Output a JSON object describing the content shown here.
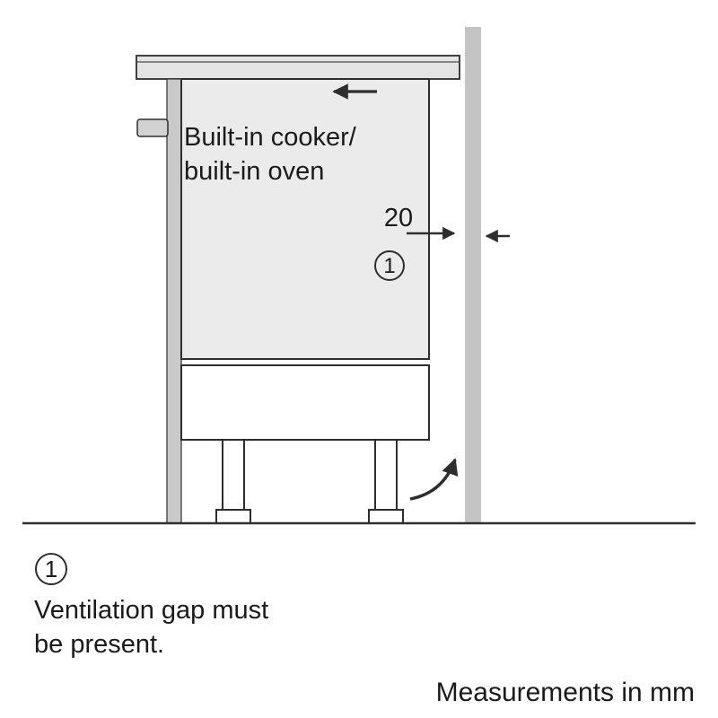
{
  "diagram": {
    "appliance_label": {
      "line1": "Built-in cooker/",
      "line2": "built-in oven"
    },
    "gap_dimension_mm": "20",
    "callout": "1"
  },
  "legend": {
    "callout": "1",
    "note": {
      "line1": "Ventilation gap must",
      "line2": "be present."
    }
  },
  "footer": {
    "units_note": "Measurements in mm"
  },
  "colors": {
    "line": "#2e2e2e",
    "wall_fill": "#c4c4c4",
    "panel_fill": "#c9c9c9",
    "counter_fill": "#e4e4e4",
    "cavity_fill": "#ebebeb",
    "knob_fill": "#d2d2d2",
    "white": "#ffffff"
  }
}
